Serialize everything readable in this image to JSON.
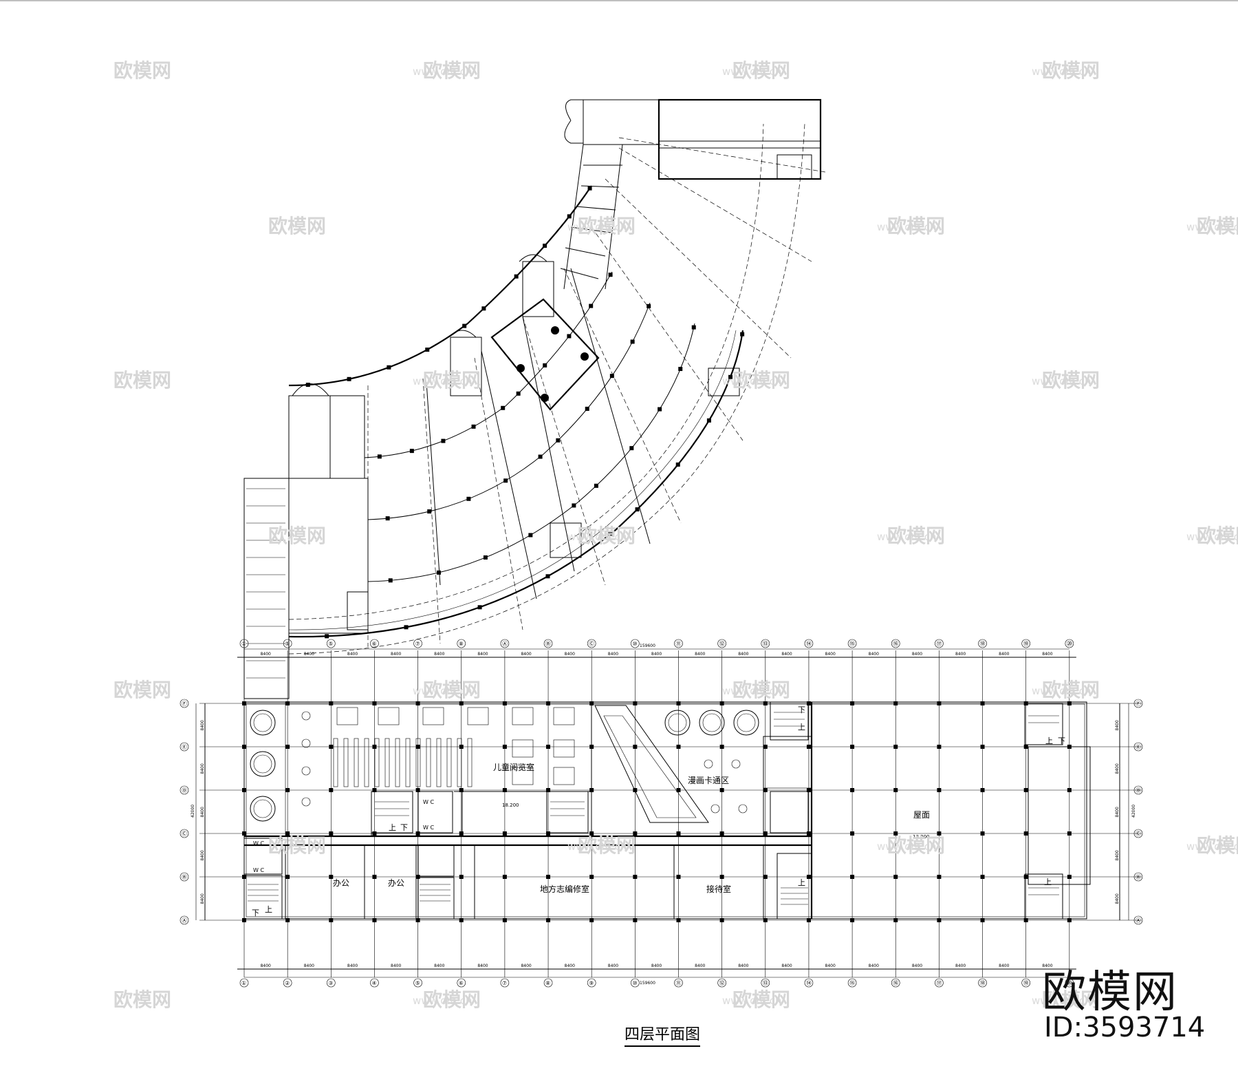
{
  "drawing_title": "四层平面图",
  "rooms": {
    "children_reading": "儿童阅览室",
    "comic_zone": "漫画卡通区",
    "office_1": "办公",
    "office_2": "办公",
    "local_chronicle": "地方志编修室",
    "reception": "接待室",
    "roof": "屋面"
  },
  "stair_marks": {
    "up": "上",
    "down": "下",
    "wc": "W C"
  },
  "elevation_mark": "18.200",
  "grid_cols_top": [
    "①",
    "⑤",
    "⑤",
    "⑥",
    "⑦",
    "⑧",
    "Ⓐ",
    "Ⓑ",
    "Ⓒ",
    "⑩",
    "⑪",
    "⑫",
    "⑬",
    "⑭",
    "⑮",
    "⑯",
    "⑰",
    "⑱",
    "⑲",
    "⑳"
  ],
  "grid_cols_bottom": [
    "①",
    "②",
    "③",
    "④",
    "⑤",
    "⑥",
    "⑦",
    "⑧",
    "⑨",
    "⑩",
    "⑪",
    "⑫",
    "⑬",
    "⑭",
    "⑮",
    "⑯",
    "⑰",
    "⑱",
    "⑲",
    "⑳"
  ],
  "grid_rows_left": [
    "Ⓕ",
    "Ⓔ",
    "Ⓓ",
    "Ⓒ",
    "Ⓑ",
    "Ⓐ"
  ],
  "grid_rows_right": [
    "Ⓕ",
    "Ⓔ",
    "Ⓓ",
    "Ⓒ",
    "Ⓑ",
    "Ⓐ"
  ],
  "bay_dimension": "8400",
  "total_length": "159600",
  "total_depth": "42000",
  "watermark_text": "欧模网",
  "watermark_url": "www.om.cn",
  "brand": {
    "name": "欧模网",
    "id": "ID:3593714"
  }
}
